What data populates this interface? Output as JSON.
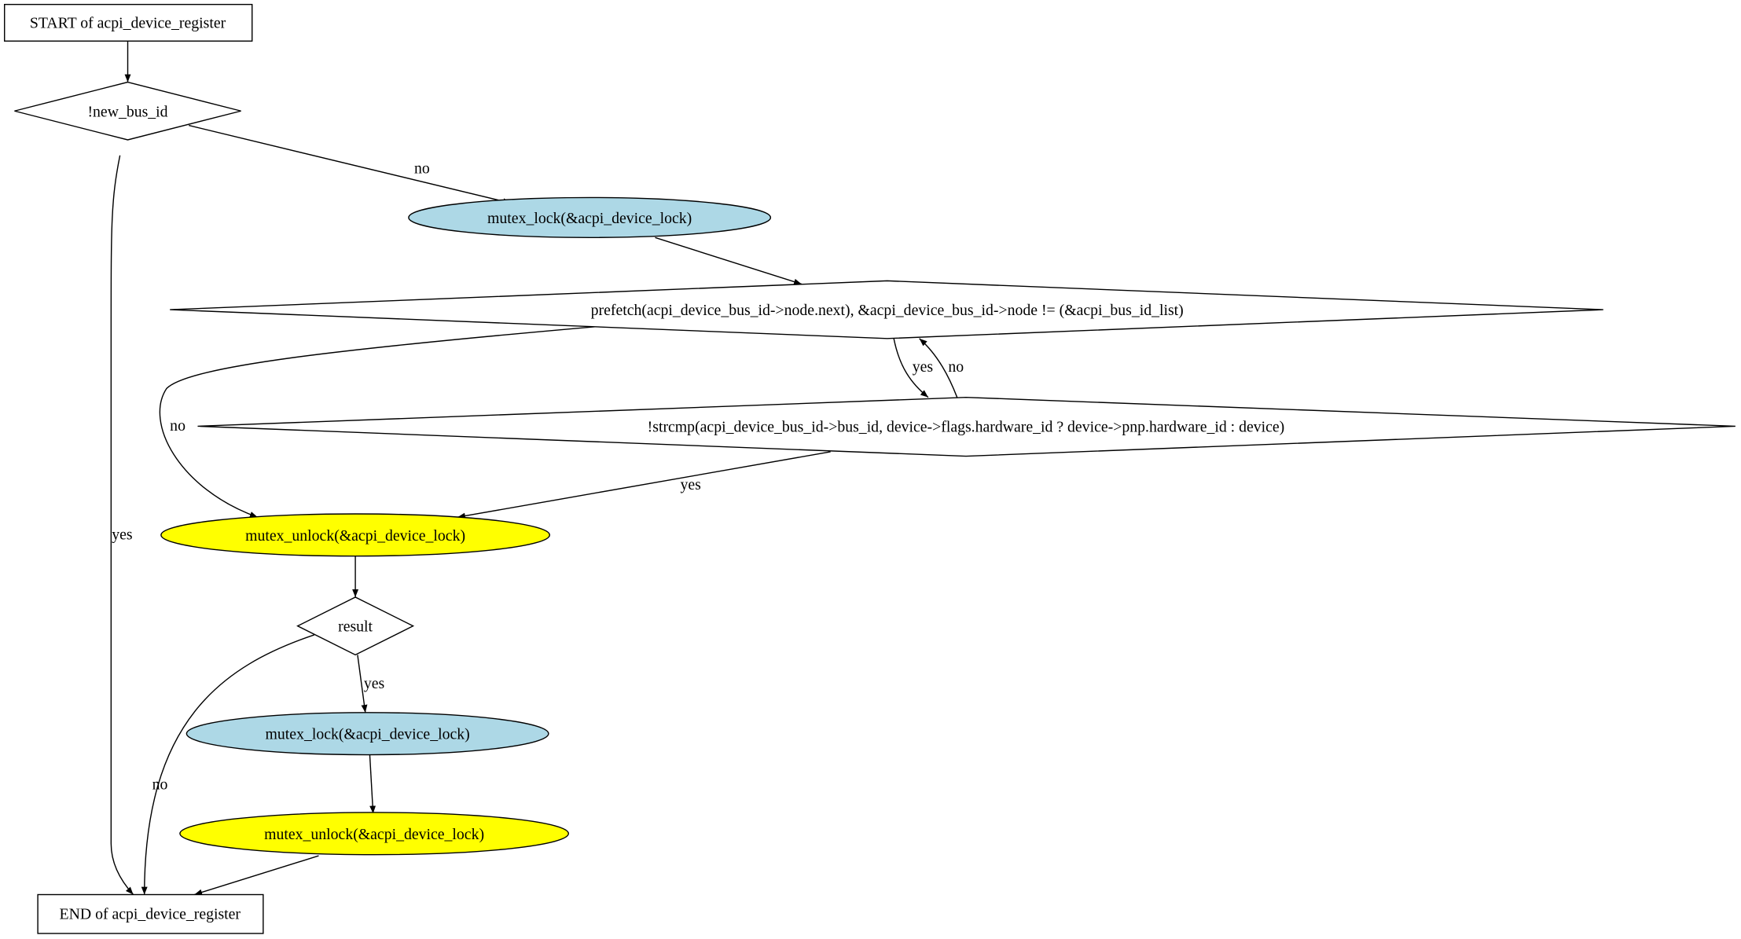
{
  "diagram": {
    "nodes": {
      "start": {
        "label": "START of acpi_device_register",
        "shape": "box"
      },
      "cond_new_bus_id": {
        "label": "!new_bus_id",
        "shape": "diamond"
      },
      "lock1": {
        "label": "mutex_lock(&acpi_device_lock)",
        "shape": "ellipse",
        "fill": "#add8e6"
      },
      "cond_loop": {
        "label": "prefetch(acpi_device_bus_id->node.next), &acpi_device_bus_id->node != (&acpi_bus_id_list)",
        "shape": "diamond"
      },
      "cond_strcmp": {
        "label": "!strcmp(acpi_device_bus_id->bus_id, device->flags.hardware_id ? device->pnp.hardware_id : device)",
        "shape": "diamond"
      },
      "unlock1": {
        "label": "mutex_unlock(&acpi_device_lock)",
        "shape": "ellipse",
        "fill": "#ffff00"
      },
      "cond_result": {
        "label": "result",
        "shape": "diamond"
      },
      "lock2": {
        "label": "mutex_lock(&acpi_device_lock)",
        "shape": "ellipse",
        "fill": "#add8e6"
      },
      "unlock2": {
        "label": "mutex_unlock(&acpi_device_lock)",
        "shape": "ellipse",
        "fill": "#ffff00"
      },
      "end": {
        "label": "END of acpi_device_register",
        "shape": "box"
      }
    },
    "edges": {
      "new_bus_id_yes": {
        "from": "cond_new_bus_id",
        "to": "end",
        "label": "yes"
      },
      "new_bus_id_no": {
        "from": "cond_new_bus_id",
        "to": "lock1",
        "label": "no"
      },
      "loop_no": {
        "from": "cond_loop",
        "to": "unlock1",
        "label": "no"
      },
      "loop_yes": {
        "from": "cond_loop",
        "to": "cond_strcmp",
        "label": "yes"
      },
      "strcmp_no": {
        "from": "cond_strcmp",
        "to": "cond_loop",
        "label": "no"
      },
      "strcmp_yes": {
        "from": "cond_strcmp",
        "to": "unlock1",
        "label": "yes"
      },
      "result_no": {
        "from": "cond_result",
        "to": "end",
        "label": "no"
      },
      "result_yes": {
        "from": "cond_result",
        "to": "lock2",
        "label": "yes"
      }
    }
  }
}
